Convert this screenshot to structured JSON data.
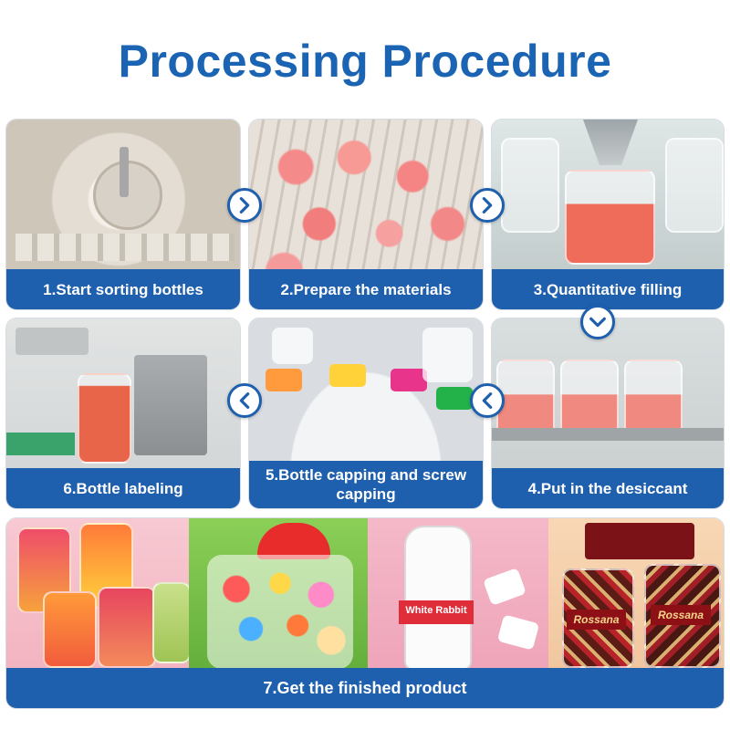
{
  "page": {
    "title": "Processing Procedure"
  },
  "steps": [
    {
      "label": "1.Start sorting bottles"
    },
    {
      "label": "2.Prepare the materials"
    },
    {
      "label": "3.Quantitative filling"
    },
    {
      "label": "4.Put in the desiccant"
    },
    {
      "label": "5.Bottle capping and screw capping"
    },
    {
      "label": "6.Bottle labeling"
    }
  ],
  "final_step": {
    "label": "7.Get the finished product",
    "product_brands": [
      "White Rabbit",
      "Rossana",
      "Rossana"
    ]
  },
  "icons": {
    "arrow_right": "chevron-right-icon",
    "arrow_down": "chevron-down-icon",
    "arrow_left": "chevron-left-icon"
  },
  "colors": {
    "title": "#1b64b3",
    "label_bg": "#1e5fae",
    "label_text": "#ffffff"
  }
}
